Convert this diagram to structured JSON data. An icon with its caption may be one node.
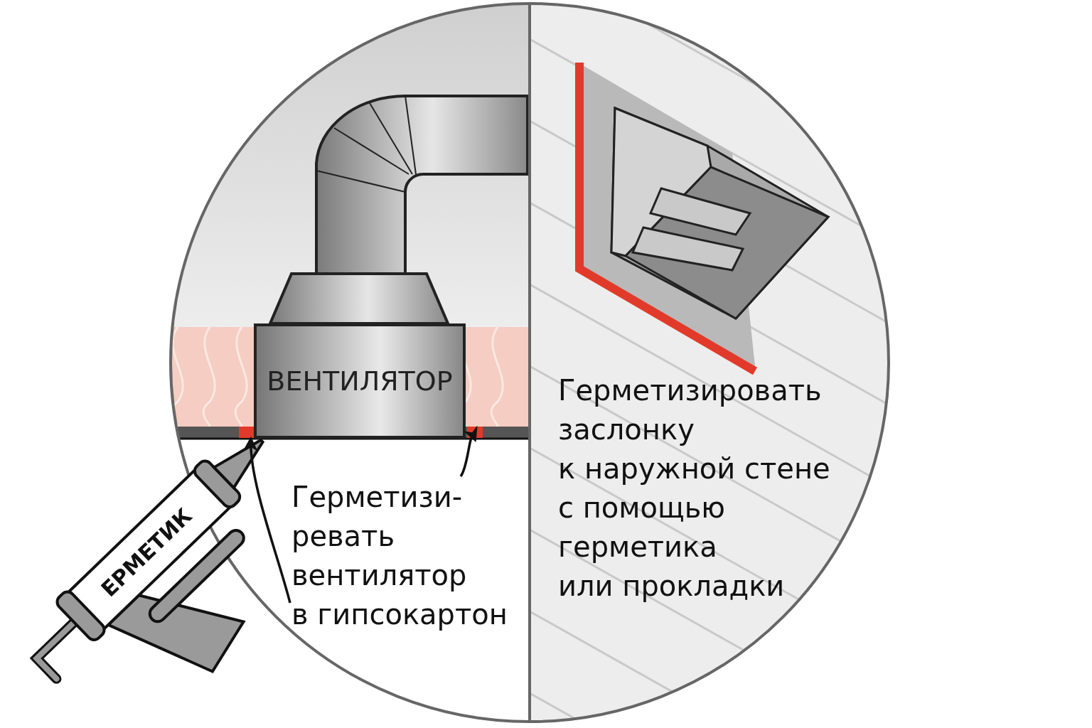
{
  "diagram": {
    "nodes": [
      {
        "text": [
          "ВЕНТИЛЯТОР"
        ]
      },
      {
        "text": [
          "Герметизи- ревать вентилятор в гипсокартон"
        ]
      },
      {
        "text": [],
        "shape": "bar"
      },
      {
        "text": [],
        "shape": "bar"
      }
    ],
    "edges": [
      {
        "from": 1,
        "to": 2,
        "arrow": "to"
      },
      {
        "from": 1,
        "to": 3,
        "arrow": "to"
      }
    ],
    "labels": [
      "Герметизировать заслонку к наружной стене с помощью герметика или прокладки",
      "ЕРМЕТИК"
    ]
  }
}
